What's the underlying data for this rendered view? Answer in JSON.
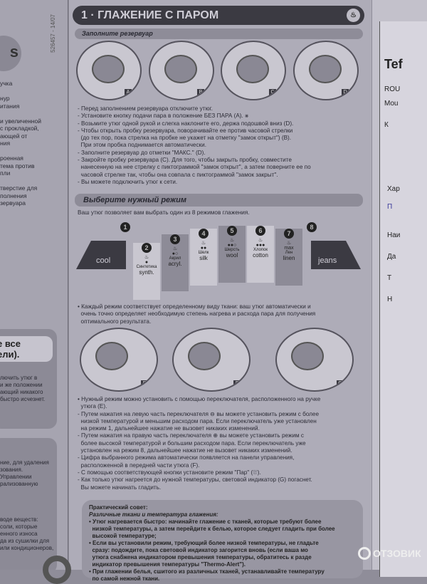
{
  "left_page": {
    "logo": "s",
    "code": "526457 - 14/07",
    "lines": [
      "учка",
      "",
      "нур",
      "итания",
      "",
      "и увеличенной",
      "с прокладкой,",
      "ающей от",
      "ния",
      "",
      "роенная",
      "тема против",
      "пли",
      "",
      "тверстие для",
      "полнения",
      "зервуара"
    ],
    "box1_title": "е все\nели).",
    "box1_lines": [
      "лючить утюг в",
      "и же положении",
      "",
      "ающий никакого",
      "быстро исчезнет."
    ],
    "box2_lines": [
      "ние, для удаления",
      "зования.",
      "Управлении",
      "рализованную"
    ],
    "box3_lines": [
      "воде веществ:",
      "соли, которые",
      "енного износа",
      "да из сушилки для",
      "или кондиционеров,"
    ]
  },
  "header": {
    "title": "1 · ГЛАЖЕНИЕ С ПАРОМ",
    "icon": "iron-steam-icon"
  },
  "fill": {
    "title": "Заполните резервуар",
    "figures": [
      "A",
      "B",
      "C",
      "D"
    ],
    "steps": [
      "- Перед заполнением резервуара отключите утюг.",
      "- Установите кнопку подачи пара в положение БЕЗ ПАРА (A). ⨳",
      "- Возьмите утюг одной рукой и слегка наклоните его, держа подошвой вниз (D).",
      "- Чтобы открыть пробку резервуара, поворачивайте ее против часовой стрелки",
      "  (до тех пор, пока стрелка на пробке не укажет на отметку \"замок открыт\") (B).",
      "  При этом пробка поднимается автоматически.",
      "- Заполните резервуар до отметки \"МАКС.\" (D).",
      "- Закройте пробку резервуара (C). Для того, чтобы закрыть пробку, совместите",
      "  нанесенную на нее стрелку с пиктограммой \"замок открыт\", а затем поверните ее по",
      "  часовой стрелке так, чтобы она совпала с пиктограммой \"замок закрыт\".",
      "- Вы можете подключить утюг к сети."
    ]
  },
  "modes": {
    "title": "Выберите нужный режим",
    "intro": "Ваш утюг позволяет вам выбрать один из 8 режимов глажения.",
    "cool": "cool",
    "jeans": "jeans",
    "items": [
      {
        "n": "1",
        "ru": "",
        "en": ""
      },
      {
        "n": "2",
        "ru": "Синтетика",
        "en": "synth.",
        "dots": "●"
      },
      {
        "n": "3",
        "ru": "Акрил",
        "en": "acryl.",
        "dots": "●○"
      },
      {
        "n": "4",
        "ru": "Шелк",
        "en": "silk",
        "dots": "●●"
      },
      {
        "n": "5",
        "ru": "Шерсть",
        "en": "wool",
        "dots": "●●○"
      },
      {
        "n": "6",
        "ru": "Хлопок",
        "en": "cotton",
        "dots": "●●●"
      },
      {
        "n": "7",
        "ru": "Лен",
        "en": "linen",
        "dots": "max"
      },
      {
        "n": "8",
        "ru": "",
        "en": ""
      }
    ],
    "note": [
      "• Каждый режим соответствует определенному виду ткани: ваш утюг автоматически и",
      "  очень точно определяет необходимую степень нагрева и расхода пара для получения",
      "  оптимального результата."
    ]
  },
  "figures2": [
    "E",
    "F",
    "G"
  ],
  "instructions": [
    "• Нужный режим можно установить с помощью переключателя, расположенного на ручке",
    "  утюга (E).",
    "- Путем нажатия на левую часть переключателя ⊖ вы можете установить режим с более",
    "  низкой температурой и меньшим расходом пара. Если переключатель уже установлен",
    "  на режим 1, дальнейшее нажатие не вызовет никаких изменений.",
    "- Путем нажатия на правую часть переключателя ⊕ вы можете установить режим с",
    "  более высокой температурой и большим расходом пара. Если переключатель уже",
    "  установлен на режим 8, дальнейшее нажатие не вызовет никаких изменений.",
    "- Цифра выбранного режима автоматически появляется на панели управления,",
    "  расположенной в передней части утюга (F).",
    "- С помощью соответствующей кнопки установите режим \"Пар\" (⛆).",
    "- Как только утюг нагреется до нужной температуры, световой индикатор (G) погаснет.",
    "  Вы можете начинать гладить."
  ],
  "tip": {
    "title": "Практический совет:",
    "subtitle": "Различные ткани и температура глажения:",
    "lines": [
      "• Утюг нагревается быстро: начинайте глажение с тканей, которые требуют более",
      "  низкой температуры, а затем перейдите к белью, которое следует гладить при более",
      "  высокой температуре;",
      "• Если вы установили режим, требующий более низкой температуры, не гладьте",
      "  сразу: подождите, пока световой индикатор загорится вновь (если ваша мо",
      "  утюга снабжена индикатором превышения температуры, обратитесь к разде",
      "  индикатор превышения температуры \"Thermo-Alert\").",
      "• При глажении белья, сшитого из различных тканей, устанавливайте температуру",
      "  по самой нежной ткани."
    ]
  },
  "right_sheet": {
    "lines": [
      "Tef",
      "ROU",
      "Mou",
      "К",
      "Хар",
      "П",
      "Наи",
      "Да",
      "Т",
      "Н"
    ]
  },
  "watermark": "ОТЗОВИК"
}
